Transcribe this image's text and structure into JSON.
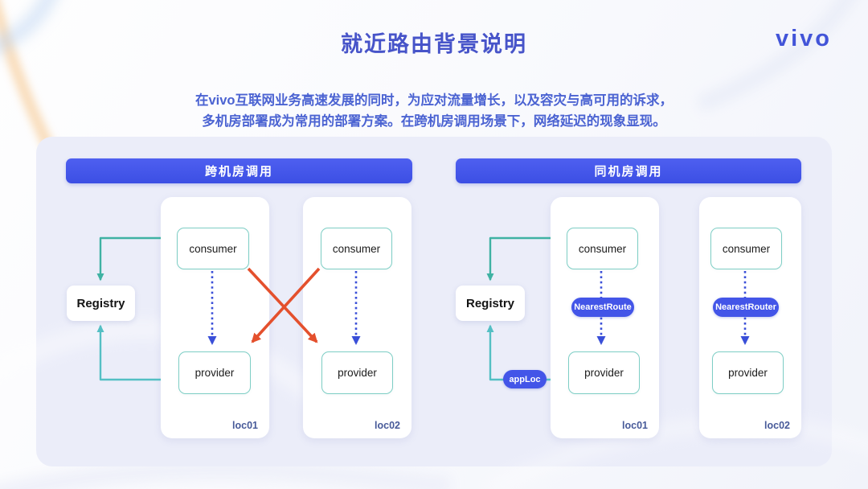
{
  "page": {
    "title": "就近路由背景说明",
    "logo": "vivo",
    "description_line1": "在vivo互联网业务高速发展的同时，为应对流量增长，以及容灾与高可用的诉求，",
    "description_line2": "多机房部署成为常用的部署方案。在跨机房调用场景下，网络延迟的现象显现。"
  },
  "sections": [
    {
      "header": "跨机房调用",
      "registry": "Registry",
      "panels": [
        {
          "consumer": "consumer",
          "provider": "provider",
          "loc": "loc01"
        },
        {
          "consumer": "consumer",
          "provider": "provider",
          "loc": "loc02"
        }
      ]
    },
    {
      "header": "同机房调用",
      "registry": "Registry",
      "panels": [
        {
          "consumer": "consumer",
          "provider": "provider",
          "loc": "loc01",
          "route_badge": "NearestRoute",
          "registry_badge": "appLoc"
        },
        {
          "consumer": "consumer",
          "provider": "provider",
          "loc": "loc02",
          "route_badge": "NearestRouter"
        }
      ]
    }
  ],
  "colors": {
    "title_blue": "#4754c9",
    "description_blue": "#4b63d2",
    "header_bar_blue": "#4355e8",
    "badge_blue": "#4355e8",
    "container_bg": "#ebedf9",
    "teal_arrow": "#3fb2a3",
    "teal_arrow_light": "#54bfc4",
    "red_arrow": "#e4502d",
    "dotted_arrow_blue": "#3a4fd8",
    "node_border_teal": "#7ecec5",
    "loc_label_blue": "#475a99",
    "logo_blue": "#4254d8"
  }
}
